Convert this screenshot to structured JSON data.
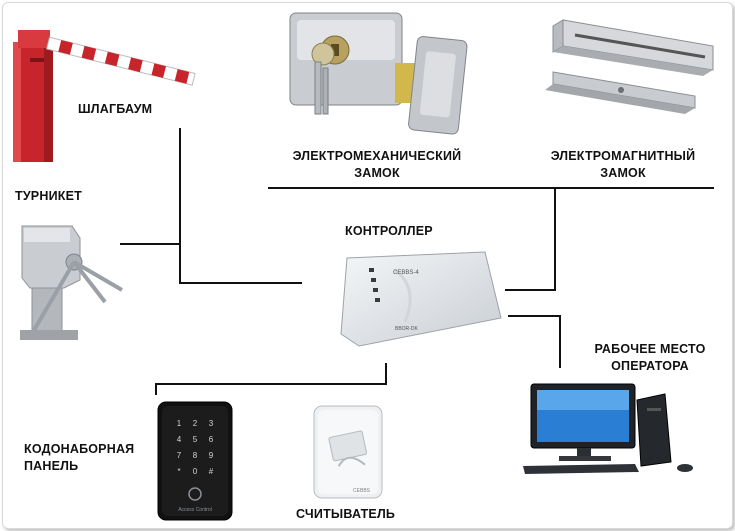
{
  "labels": {
    "barrier": "ШЛАГБАУМ",
    "turnstile": "ТУРНИКЕТ",
    "emech_lock_line1": "ЭЛЕКТРОМЕХАНИЧЕСКИЙ",
    "emech_lock_line2": "ЗАМОК",
    "emag_lock_line1": "ЭЛЕКТРОМАГНИТНЫЙ",
    "emag_lock_line2": "ЗАМОК",
    "controller": "КОНТРОЛЛЕР",
    "workstation_line1": "РАБОЧЕЕ МЕСТО",
    "workstation_line2": "ОПЕРАТОРА",
    "keypad_line1": "КОДОНАБОРНАЯ",
    "keypad_line2": "ПАНЕЛЬ",
    "reader": "СЧИТЫВАТЕЛЬ"
  },
  "device_text": {
    "controller_model": "CEBBS-4",
    "controller_sub": "BBOR-DK",
    "keypad_brand": "Access Control",
    "reader_brand": "CEBBS"
  },
  "colors": {
    "line": "#111111",
    "barrier_red": "#c8242b",
    "metal": "#c9ccd0"
  }
}
